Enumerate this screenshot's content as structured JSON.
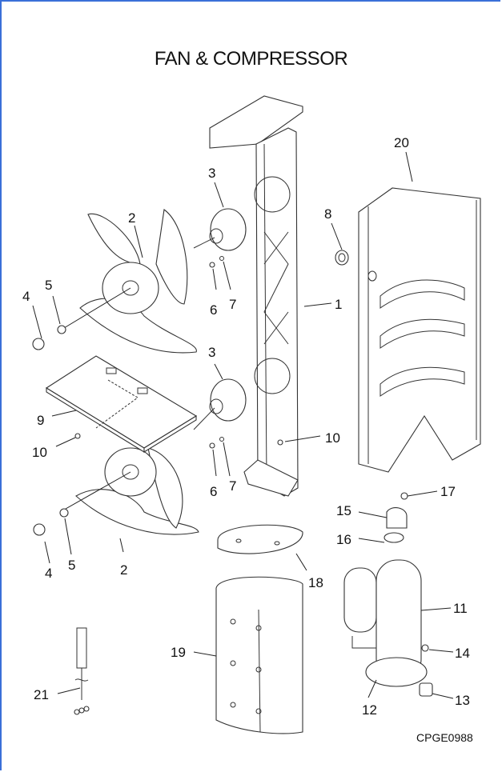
{
  "diagram": {
    "title": "FAN & COMPRESSOR",
    "drawing_code": "CPGE0988",
    "callouts": {
      "c1": "1",
      "c2a": "2",
      "c2b": "2",
      "c3a": "3",
      "c3b": "3",
      "c4a": "4",
      "c4b": "4",
      "c5a": "5",
      "c5b": "5",
      "c6a": "6",
      "c6b": "6",
      "c7a": "7",
      "c7b": "7",
      "c8": "8",
      "c9": "9",
      "c10a": "10",
      "c10b": "10",
      "c11": "11",
      "c12": "12",
      "c13": "13",
      "c14": "14",
      "c15": "15",
      "c16": "16",
      "c17": "17",
      "c18": "18",
      "c19": "19",
      "c20": "20",
      "c21": "21"
    },
    "colors": {
      "frame": "#3a6fd8",
      "ink": "#111111"
    }
  }
}
